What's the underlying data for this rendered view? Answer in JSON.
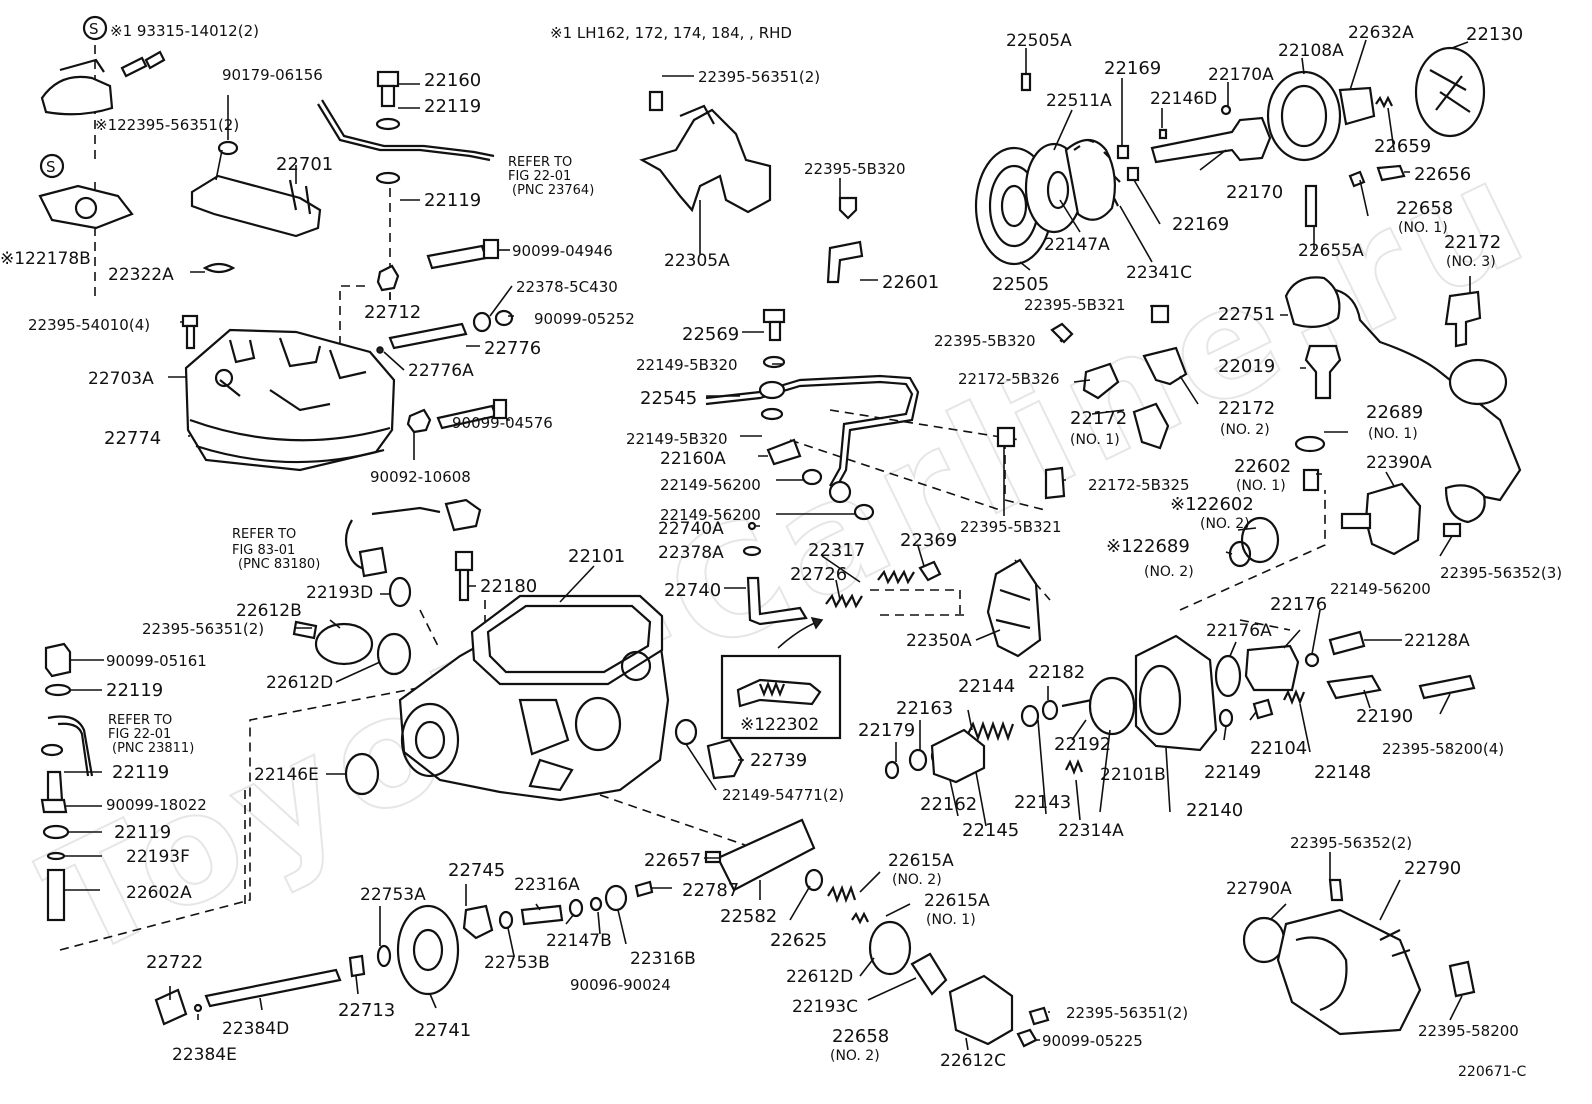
{
  "watermark": "Toyota-Carline.ru",
  "note_header": "※1 LH162, 172, 174, 184, , RHD",
  "drawing_number": "220671-C",
  "labels": {
    "93315_14012": "※1 93315-14012(2)",
    "22395_56351_top": "※122395-56351(2)",
    "22178B": "※122178B",
    "90179_06156": "90179-06156",
    "22160": "22160",
    "22119_a": "22119",
    "22119_b": "22119",
    "22701": "22701",
    "refer_a1": "REFER TO",
    "refer_a2": "FIG 22-01",
    "refer_a3": "(PNC 23764)",
    "90099_04946": "90099-04946",
    "22322A": "22322A",
    "22712": "22712",
    "22378_5C430": "22378-5C430",
    "90099_05252": "90099-05252",
    "22395_54010": "22395-54010(4)",
    "22776": "22776",
    "22776A": "22776A",
    "22703A": "22703A",
    "22774": "22774",
    "90099_04576": "90099-04576",
    "90092_10608": "90092-10608",
    "22395_56351_mid": "22395-56351(2)",
    "22305A": "22305A",
    "22395_5B320_a": "22395-5B320",
    "22601": "22601",
    "22569": "22569",
    "22149_5B320_a": "22149-5B320",
    "22545": "22545",
    "22149_5B320_b": "22149-5B320",
    "22160A": "22160A",
    "22149_56200_a": "22149-56200",
    "22149_56200_b": "22149-56200",
    "22740A": "22740A",
    "22378A": "22378A",
    "22740": "22740",
    "22317": "22317",
    "22726": "22726",
    "22369": "22369",
    "22505A": "22505A",
    "22511A": "22511A",
    "22169_a": "22169",
    "22169_b": "22169",
    "22146D": "22146D",
    "22170A": "22170A",
    "22108A": "22108A",
    "22632A": "22632A",
    "22130": "22130",
    "22659": "22659",
    "22656": "22656",
    "22658_1": "22658",
    "22658_1n": "(NO. 1)",
    "22655A": "22655A",
    "22170": "22170",
    "22147A": "22147A",
    "22341C": "22341C",
    "22505": "22505",
    "22172_3": "22172",
    "22172_3n": "(NO. 3)",
    "22751": "22751",
    "22019": "22019",
    "22395_5B321_a": "22395-5B321",
    "22395_5B320_b": "22395-5B320",
    "22172_5B326": "22172-5B326",
    "22172_1": "22172",
    "22172_1n": "(NO. 1)",
    "22172_2": "22172",
    "22172_2n": "(NO. 2)",
    "22172_5B325": "22172-5B325",
    "22395_5B321_b": "22395-5B321",
    "22689_1": "22689",
    "22689_1n": "(NO. 1)",
    "22602_1": "22602",
    "22602_1n": "(NO. 1)",
    "22390A": "22390A",
    "22602_2": "※122602",
    "22602_2n": "(NO. 2)",
    "22689_2": "※122689",
    "22689_2n": "(NO. 2)",
    "22395_56352_3": "22395-56352(3)",
    "refer_b1": "REFER TO",
    "refer_b2": "FIG 83-01",
    "refer_b3": "(PNC 83180)",
    "22101": "22101",
    "22193D": "22193D",
    "22180": "22180",
    "22612B": "22612B",
    "22395_56351_b": "22395-56351(2)",
    "22612D_a": "22612D",
    "90099_05161": "90099-05161",
    "22119_c": "22119",
    "refer_c1": "REFER TO",
    "refer_c2": "FIG 22-01",
    "refer_c3": "(PNC 23811)",
    "22119_d": "22119",
    "90099_18022": "90099-18022",
    "22119_e": "22119",
    "22193F": "22193F",
    "22602A": "22602A",
    "22146E": "22146E",
    "22350A": "22350A",
    "22302": "※122302",
    "22739": "22739",
    "22149_54771": "22149-54771(2)",
    "22179": "22179",
    "22163": "22163",
    "22144": "22144",
    "22182": "22182",
    "22162": "22162",
    "22145": "22145",
    "22143": "22143",
    "22192": "22192",
    "22101B": "22101B",
    "22314A": "22314A",
    "22140": "22140",
    "22149_56200_c": "22149-56200",
    "22176": "22176",
    "22176A": "22176A",
    "22128A": "22128A",
    "22104": "22104",
    "22149": "22149",
    "22148": "22148",
    "22190": "22190",
    "22395_58200_4": "22395-58200(4)",
    "22745": "22745",
    "22316A": "22316A",
    "22753A": "22753A",
    "22147B": "22147B",
    "22316B": "22316B",
    "90096_90024": "90096-90024",
    "22753B": "22753B",
    "22722": "22722",
    "22713": "22713",
    "22741": "22741",
    "22384D": "22384D",
    "22384E": "22384E",
    "22657": "22657",
    "22787": "22787",
    "22582": "22582",
    "22625": "22625",
    "22615A_2": "22615A",
    "22615A_2n": "(NO. 2)",
    "22615A_1": "22615A",
    "22615A_1n": "(NO. 1)",
    "22612D_b": "22612D",
    "22193C": "22193C",
    "22658_2": "22658",
    "22658_2n": "(NO. 2)",
    "22612C": "22612C",
    "22395_56351_c": "22395-56351(2)",
    "90099_05225": "90099-05225",
    "22395_56352_2": "22395-56352(2)",
    "22790": "22790",
    "22790A": "22790A",
    "22395_58200": "22395-58200"
  }
}
